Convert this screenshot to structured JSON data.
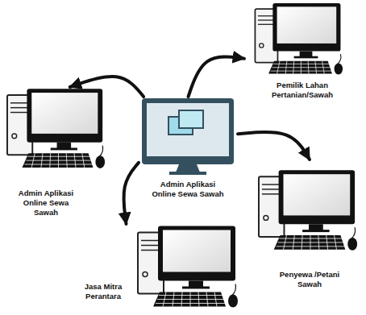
{
  "diagram": {
    "nodes": [
      {
        "text": [
          "Pemilik Lahan Pertanian/Sawah"
        ]
      },
      {
        "text": [
          "Admin Aplikasi Online Sewa Sawah"
        ]
      },
      {
        "text": [
          "Admin Aplikasi Online Sewa Sawah"
        ]
      },
      {
        "text": [
          "Penyewa /Petani Sawah"
        ]
      },
      {
        "text": [
          "Jasa Mitra Perantara"
        ]
      }
    ],
    "edges": [
      {
        "from": 2,
        "to": 1,
        "arrow": "to"
      },
      {
        "from": 2,
        "to": 0,
        "arrow": "to"
      },
      {
        "from": 2,
        "to": 3,
        "arrow": "to"
      },
      {
        "from": 2,
        "to": 4,
        "arrow": "to"
      }
    ]
  }
}
